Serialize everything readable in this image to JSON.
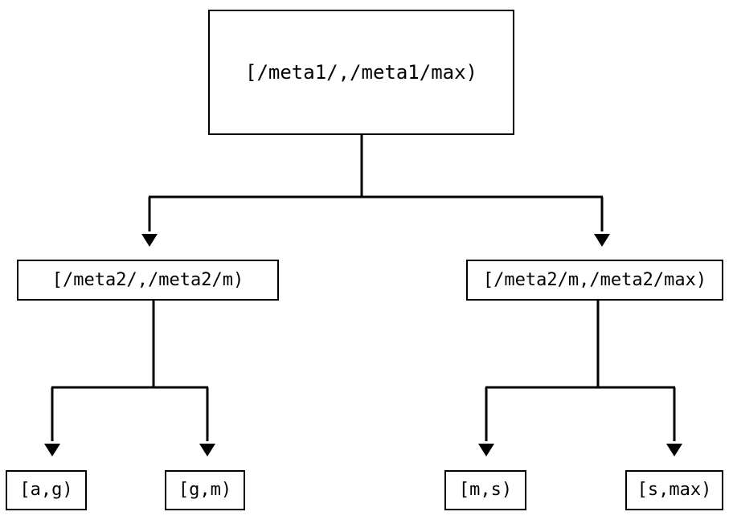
{
  "diagram": {
    "type": "tree",
    "title": "",
    "background_color": "#ffffff",
    "line_color": "#000000",
    "box_border_color": "#000000",
    "box_fill_color": "#ffffff",
    "text_color": "#000000",
    "arrowhead_style": "solid-triangle-down",
    "levels": 3,
    "nodes": {
      "root": {
        "label": "[/meta1/,/meta1/max)",
        "level": 0
      },
      "mid_left": {
        "label": "[/meta2/,/meta2/m)",
        "level": 1
      },
      "mid_right": {
        "label": "[/meta2/m,/meta2/max)",
        "level": 1
      },
      "leaf_ag": {
        "label": "[a,g)",
        "level": 2
      },
      "leaf_gm": {
        "label": "[g,m)",
        "level": 2
      },
      "leaf_ms": {
        "label": "[m,s)",
        "level": 2
      },
      "leaf_smax": {
        "label": "[s,max)",
        "level": 2
      }
    },
    "edges": [
      {
        "from": "root",
        "to": "mid_left"
      },
      {
        "from": "root",
        "to": "mid_right"
      },
      {
        "from": "mid_left",
        "to": "leaf_ag"
      },
      {
        "from": "mid_left",
        "to": "leaf_gm"
      },
      {
        "from": "mid_right",
        "to": "leaf_ms"
      },
      {
        "from": "mid_right",
        "to": "leaf_smax"
      }
    ]
  }
}
